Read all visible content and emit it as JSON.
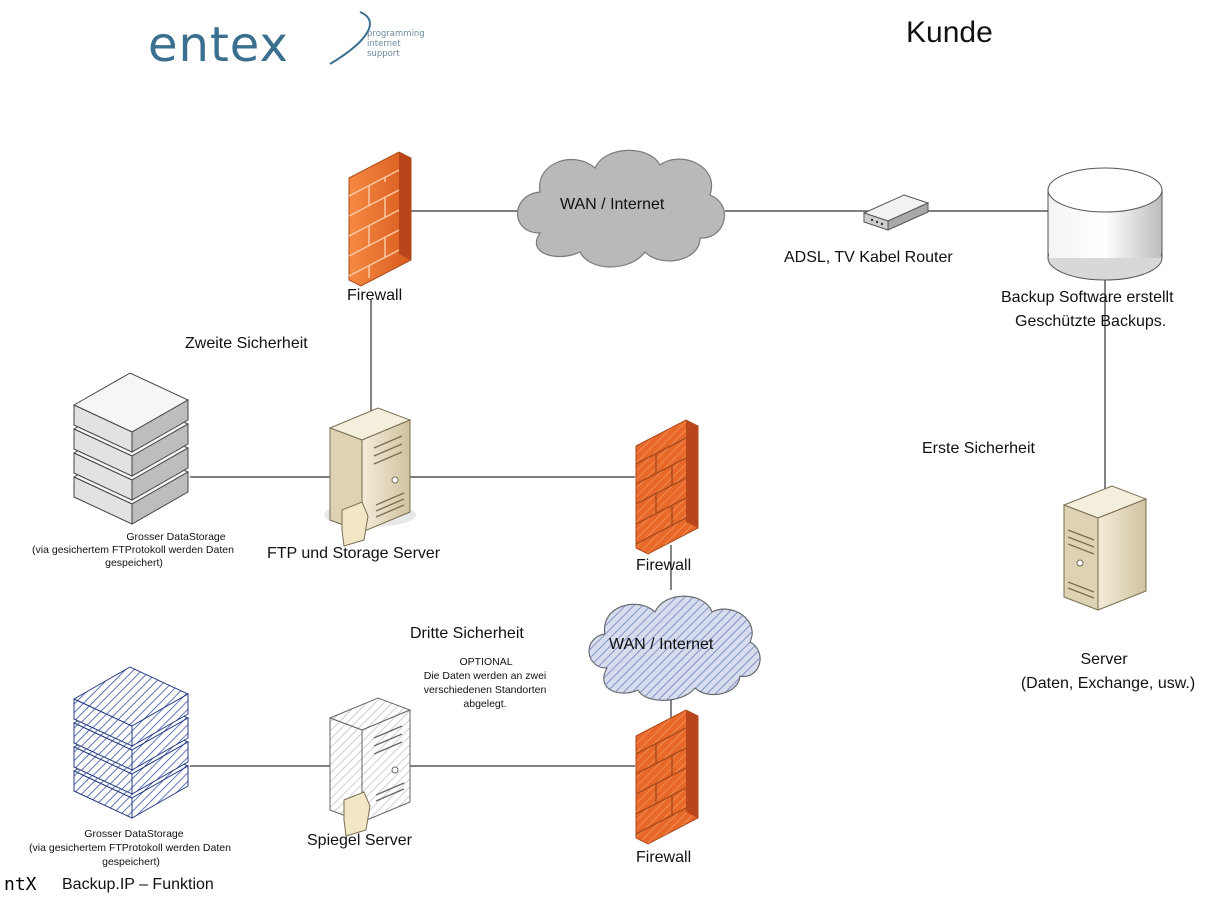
{
  "logo": {
    "word": "entex",
    "tag_lines": [
      "programming",
      "internet",
      "support"
    ],
    "color": "#3a6f8f"
  },
  "header": {
    "title": "Kunde"
  },
  "footer": {
    "brand_mark": "ntX",
    "caption": "Backup.IP – Funktion"
  },
  "nodes": {
    "firewall_top": "Firewall",
    "wan_top": "WAN / Internet",
    "router": "ADSL, TV Kabel Router",
    "backup_line1": "Backup Software erstellt",
    "backup_line2": "Geschützte Backups.",
    "zweite": "Zweite Sicherheit",
    "erste": "Erste Sicherheit",
    "ftp_server": "FTP und Storage Server",
    "storage1_line1": "Grosser DataStorage",
    "storage1_line2": "(via gesichertem FTProtokoll werden Daten",
    "storage1_line3": "gespeichert)",
    "firewall_mid": "Firewall",
    "wan_bottom": "WAN / Internet",
    "dritte": "Dritte Sicherheit",
    "optional_title": "OPTIONAL",
    "optional_line1": "Die Daten werden an zwei",
    "optional_line2": "verschiedenen Standorten",
    "optional_line3": "abgelegt.",
    "server_line1": "Server",
    "server_line2": "(Daten, Exchange, usw.)",
    "spiegel_server": "Spiegel Server",
    "storage2_line1": "Grosser DataStorage",
    "storage2_line2": "(via gesichertem FTProtokoll werden Daten",
    "storage2_line3": "gespeichert)",
    "firewall_bottom": "Firewall"
  },
  "colors": {
    "firewall_orange": "#e8682a",
    "firewall_dark": "#b8461a",
    "cloud_gray": "#b9b9b9",
    "cloud_blue": "#a8b4d8",
    "hatch_blue": "#3a55a8",
    "server_beige": "#e6dcc3",
    "line": "#333333"
  }
}
